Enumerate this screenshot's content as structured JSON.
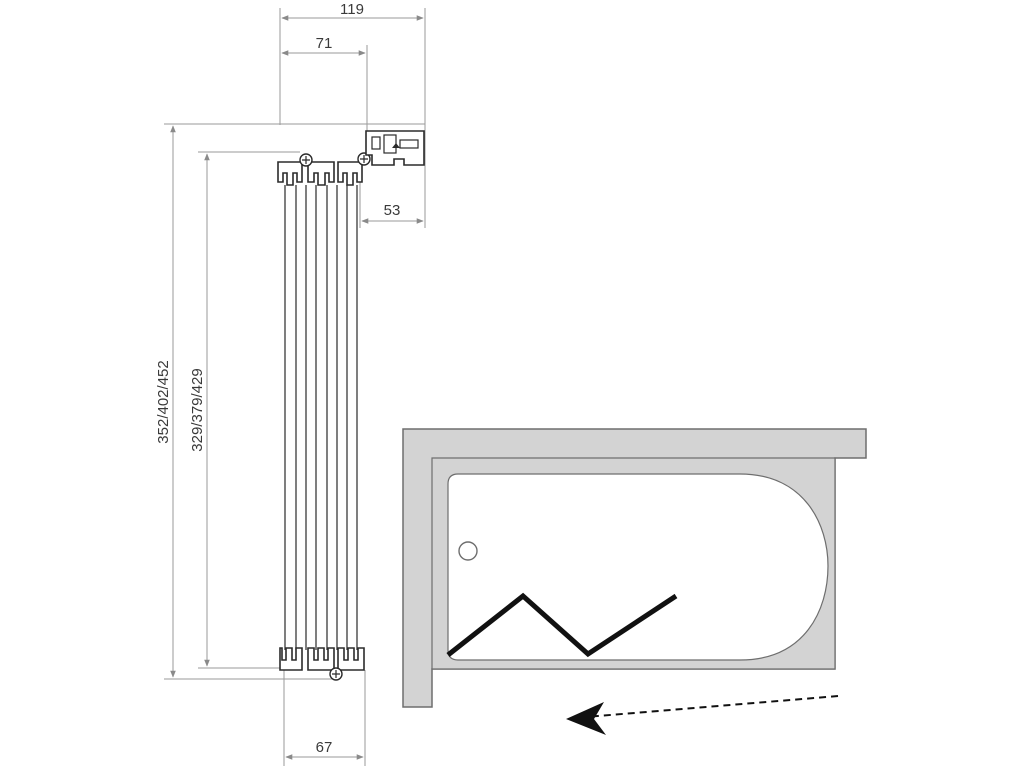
{
  "dimensions": {
    "total_width": "119",
    "inner_width": "71",
    "offset": "53",
    "bottom_width": "67",
    "outer_height": "352/402/452",
    "inner_height": "329/379/429"
  },
  "colors": {
    "bath_frame": "#d3d3d3",
    "bath_outline": "#6e6e6e",
    "screen": "#111111",
    "dimension": "#9a9a9a"
  }
}
